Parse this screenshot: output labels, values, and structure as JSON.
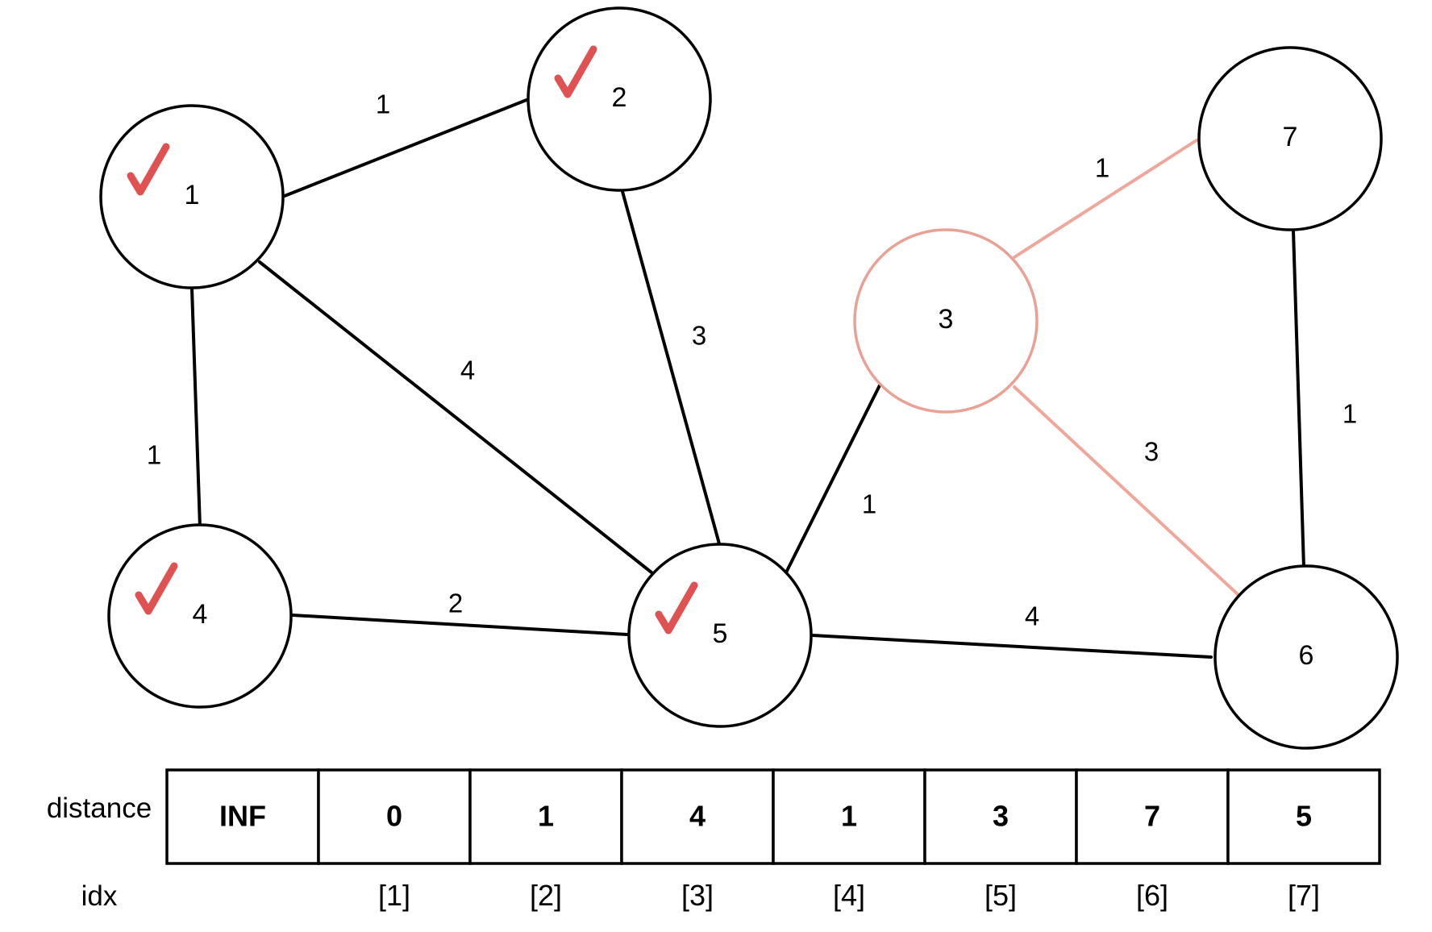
{
  "nodes": [
    {
      "id": "1",
      "label": "1",
      "visited": true,
      "highlight": false
    },
    {
      "id": "2",
      "label": "2",
      "visited": true,
      "highlight": false
    },
    {
      "id": "3",
      "label": "3",
      "visited": false,
      "highlight": true
    },
    {
      "id": "4",
      "label": "4",
      "visited": true,
      "highlight": false
    },
    {
      "id": "5",
      "label": "5",
      "visited": true,
      "highlight": false
    },
    {
      "id": "6",
      "label": "6",
      "visited": false,
      "highlight": false
    },
    {
      "id": "7",
      "label": "7",
      "visited": false,
      "highlight": false
    }
  ],
  "edges": [
    {
      "from": "1",
      "to": "2",
      "weight": "1",
      "highlight": false
    },
    {
      "from": "1",
      "to": "4",
      "weight": "1",
      "highlight": false
    },
    {
      "from": "1",
      "to": "5",
      "weight": "4",
      "highlight": false
    },
    {
      "from": "2",
      "to": "5",
      "weight": "3",
      "highlight": false
    },
    {
      "from": "4",
      "to": "5",
      "weight": "2",
      "highlight": false
    },
    {
      "from": "5",
      "to": "3",
      "weight": "1",
      "highlight": false
    },
    {
      "from": "5",
      "to": "6",
      "weight": "4",
      "highlight": false
    },
    {
      "from": "3",
      "to": "7",
      "weight": "1",
      "highlight": true
    },
    {
      "from": "3",
      "to": "6",
      "weight": "3",
      "highlight": true
    },
    {
      "from": "7",
      "to": "6",
      "weight": "1",
      "highlight": false
    }
  ],
  "table": {
    "row_label": "distance",
    "idx_label": "idx",
    "cells": [
      "INF",
      "0",
      "1",
      "4",
      "1",
      "3",
      "7",
      "5"
    ],
    "indices": [
      "",
      "[1]",
      "[2]",
      "[3]",
      "[4]",
      "[5]",
      "[6]",
      "[7]"
    ]
  },
  "colors": {
    "check": "#e05252",
    "highlight_node": "#e9a196",
    "highlight_edge": "#f0a79b"
  }
}
